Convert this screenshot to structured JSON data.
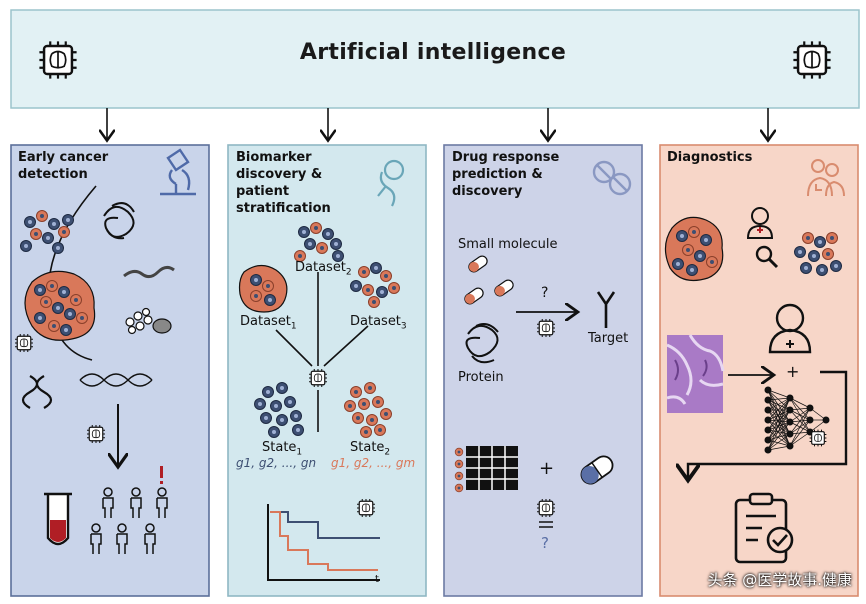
{
  "header": {
    "title": "Artificial intelligence",
    "icon": "ai-chip-icon"
  },
  "colors": {
    "header_bg": "#e2f1f4",
    "panel1_bg": "#c9d4ea",
    "panel2_bg": "#d3e8ee",
    "panel3_bg": "#cdd3e8",
    "panel4_bg": "#f7d6c8",
    "cell_blue": "#3d4f72",
    "cell_orange": "#d9785a"
  },
  "panels": [
    {
      "title": "Early cancer\ndetection",
      "icon": "microscope-icon"
    },
    {
      "title": "Biomarker\ndiscovery &\npatient\nstratification",
      "icon": "dna-magnifier-icon",
      "labels": {
        "dataset1_base": "Dataset",
        "dataset1_sub": "1",
        "dataset2_base": "Dataset",
        "dataset2_sub": "2",
        "dataset3_base": "Dataset",
        "dataset3_sub": "3",
        "state1_base": "State",
        "state1_sub": "1",
        "state2_base": "State",
        "state2_sub": "2",
        "genes_blue": "g1, g2, ..., gn",
        "genes_orange": "g1, g2, ..., gm",
        "time_axis": "t"
      }
    },
    {
      "title": "Drug response\nprediction &\ndiscovery",
      "icon": "pills-icon",
      "labels": {
        "small_molecule": "Small molecule",
        "question": "?",
        "target": "Target",
        "protein": "Protein",
        "plus": "+",
        "question2": "?"
      }
    },
    {
      "title": "Diagnostics",
      "icon": "doctors-icon",
      "labels": {
        "plus": "+"
      }
    }
  ],
  "watermark": "头条 @医学故事.健康"
}
